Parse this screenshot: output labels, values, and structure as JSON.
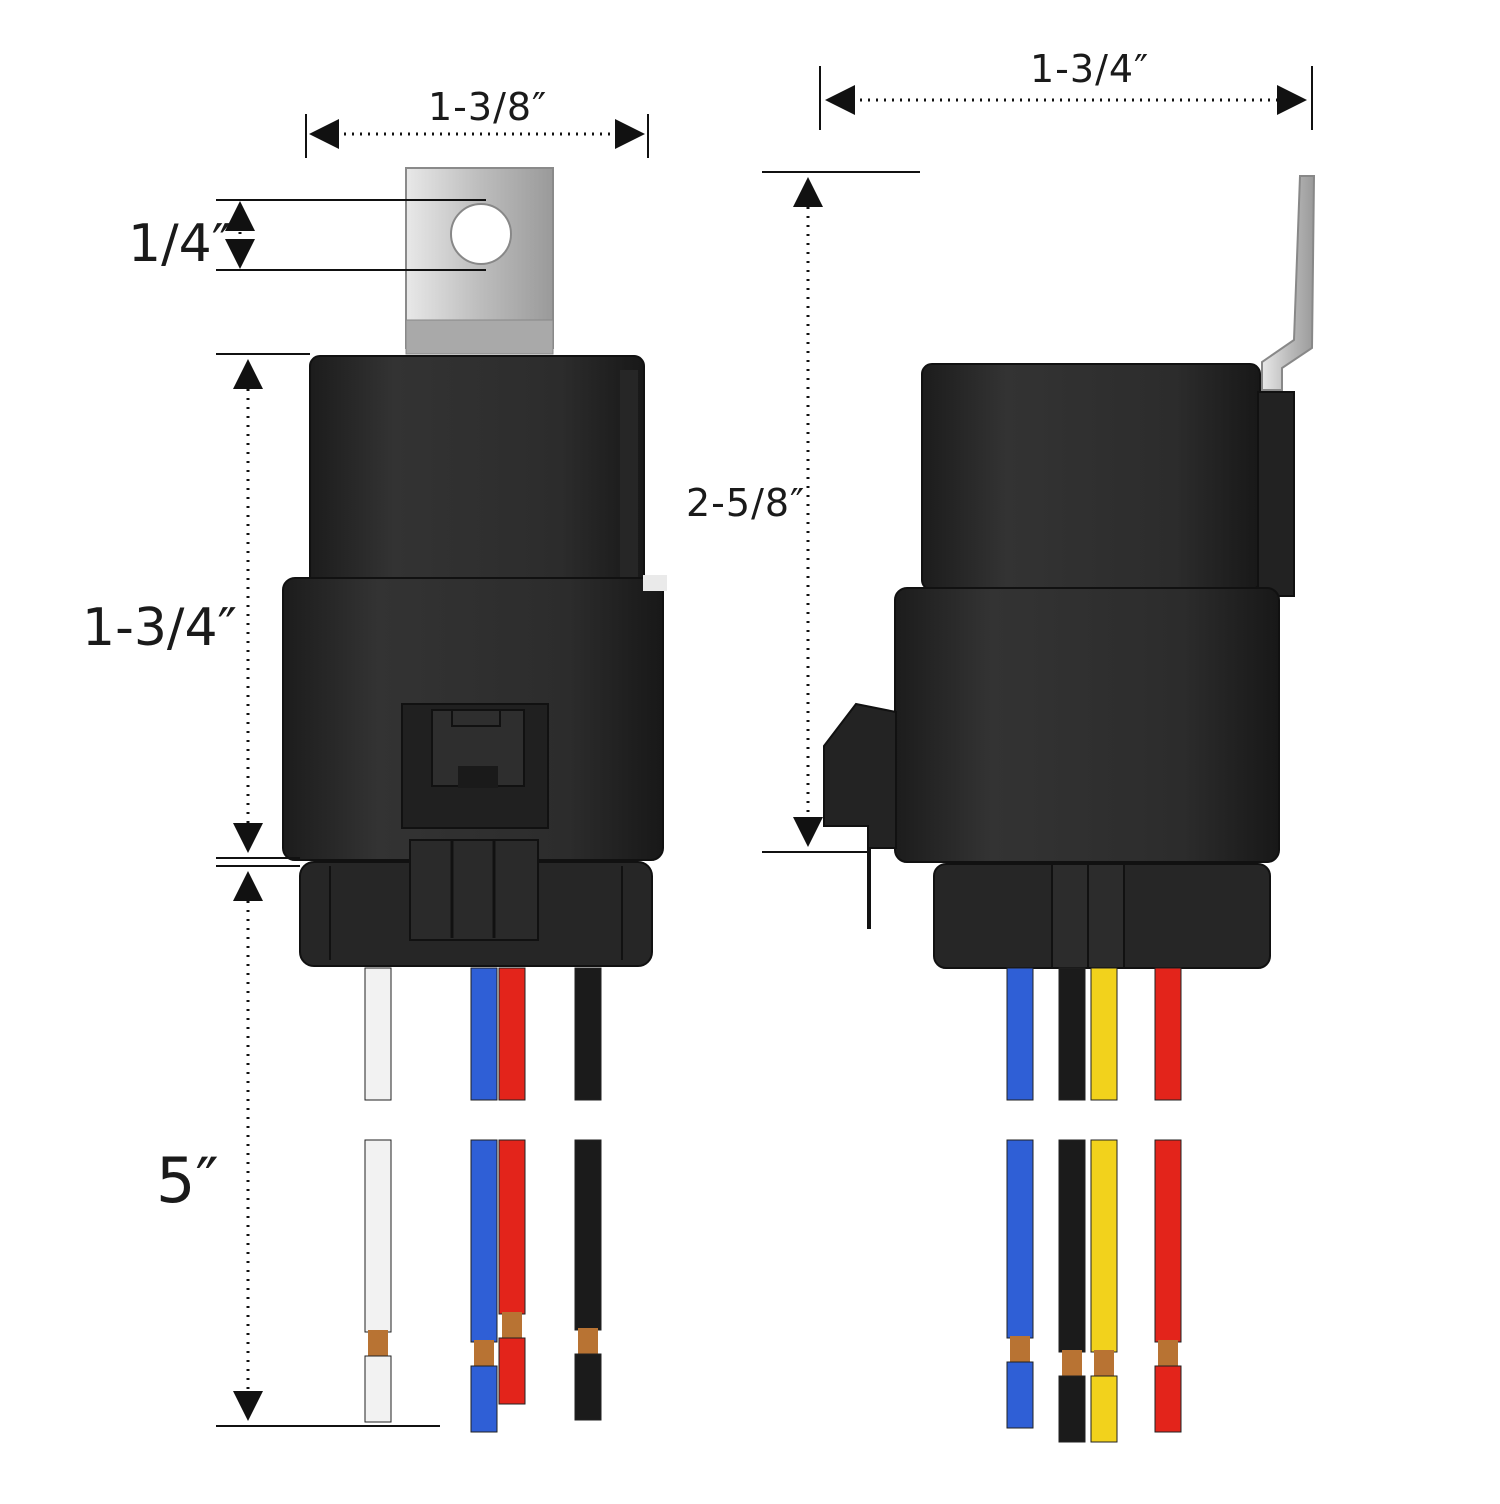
{
  "dimensions": {
    "front_width": "1-3/8″",
    "mount_hole": "1/4″",
    "front_body_height": "1-3/4″",
    "wire_length": "5″",
    "side_width": "1-3/4″",
    "side_total_height": "2-5/8″"
  },
  "colors": {
    "housing": "#2b2b2b",
    "housing_edge": "#1a1a1a",
    "bracket": "#c9c9c9",
    "copper": "#b87333",
    "wire_white": "#f2f2f2",
    "wire_blue": "#2f5fd6",
    "wire_red": "#e3241b",
    "wire_black": "#1b1b1b",
    "wire_yellow": "#f2d21c"
  },
  "wires": {
    "front": [
      "wire_white",
      "wire_blue",
      "wire_red",
      "wire_black"
    ],
    "side": [
      "wire_blue",
      "wire_black",
      "wire_yellow",
      "wire_red"
    ]
  }
}
